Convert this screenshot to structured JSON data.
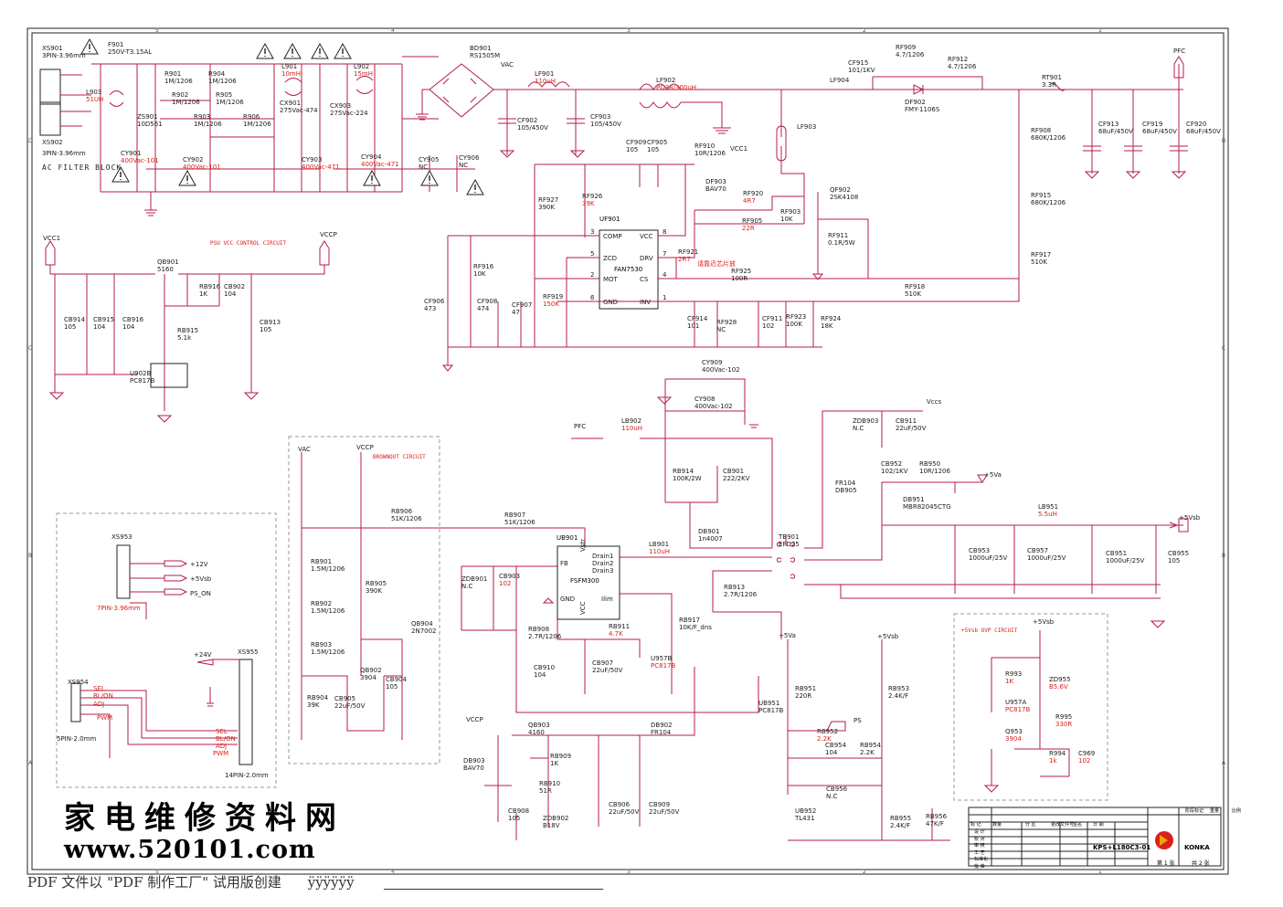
{
  "blocks": {
    "ac_filter": "AC FILTER BLOCK",
    "psu_vcc": "PSU VCC CONTROL CIRCUIT",
    "brownout": "BROWNOUT CIRCUIT",
    "ovp": "+5Vsb OVP CIRCUIT"
  },
  "nets": {
    "vac": "VAC",
    "pfc": "PFC",
    "vcc1": "VCC1",
    "vccp": "VCCP",
    "vccs": "Vccs",
    "p5va": "+5Va",
    "p5vsb": "+5Vsb",
    "ps": "PS",
    "p24v": "+24V",
    "p12v": "+12V",
    "ps_on": "PS_ON",
    "sel": "SEL",
    "bl_on": "BL/ON",
    "adj": "ADJ",
    "pwm": "PWM"
  },
  "note_text": "请靠近芯片放",
  "connectors": {
    "xs901": [
      "XS901",
      "3PIN-3.96mm"
    ],
    "xs902": [
      "XS902",
      "3PIN-3.96mm"
    ],
    "xs953": [
      "XS953",
      "7PIN-3.96mm"
    ],
    "xs954": [
      "XS954",
      "5PIN-2.0mm"
    ],
    "xs955": [
      "XS955",
      "14PIN-2.0mm"
    ]
  },
  "ic": {
    "uf901": {
      "ref": "UF901",
      "part": "FAN7530",
      "left_pins": [
        [
          "3",
          "COMP"
        ],
        [
          "5",
          "ZCD"
        ],
        [
          "2",
          "MOT"
        ],
        [
          "6",
          "GND"
        ]
      ],
      "right_pins": [
        [
          "8",
          "VCC"
        ],
        [
          "7",
          "DRV"
        ],
        [
          "4",
          "CS"
        ],
        [
          "1",
          "INV"
        ]
      ]
    },
    "ub901": {
      "ref": "UB901",
      "part": "FSFM300",
      "pins": [
        "FB",
        "GND",
        "Vstr",
        "Drain1",
        "Drain2",
        "Drain3",
        "Ilim",
        "VCC"
      ]
    }
  },
  "title_block": {
    "model": "KPS+L180C3-01",
    "brand": "KONKA",
    "sheet": "第 1 张",
    "total": "共 2 张",
    "rows": [
      "标 记",
      "数量",
      "分 区",
      "更改文件号",
      "签名",
      "日 期",
      "阶段标记",
      "重量",
      "比例"
    ],
    "side_rows": [
      "设 计",
      "校 对",
      "审 核",
      "工 艺",
      "标准化",
      "批 准"
    ]
  },
  "zones": {
    "top": [
      "5",
      "4",
      "3",
      "2",
      "1"
    ],
    "side": [
      "D",
      "C",
      "B",
      "A"
    ]
  },
  "parts": [
    [
      "F901",
      "250V-T3.15AL",
      false
    ],
    [
      "L903",
      "51UH",
      true
    ],
    [
      "R901",
      "1M/1206",
      false
    ],
    [
      "R902",
      "1M/1206",
      false
    ],
    [
      "R904",
      "1M/1206",
      false
    ],
    [
      "R905",
      "1M/1206",
      false
    ],
    [
      "R903",
      "1M/1206",
      false
    ],
    [
      "R906",
      "1M/1206",
      false
    ],
    [
      "ZS901",
      "10D561",
      false
    ],
    [
      "L901",
      "10mH",
      true
    ],
    [
      "CX901",
      "275Vac-474",
      false
    ],
    [
      "CX903",
      "275Vac-224",
      false
    ],
    [
      "L902",
      "15mH",
      true
    ],
    [
      "BD901",
      "RS1505M",
      false
    ],
    [
      "LF901",
      "110uH",
      true
    ],
    [
      "CF902",
      "105/450V",
      false
    ],
    [
      "CF903",
      "105/450V",
      false
    ],
    [
      "LF902",
      "PQ38/300uH",
      true
    ],
    [
      "CF915",
      "101/1KV",
      false
    ],
    [
      "RF909",
      "4.7/1206",
      false
    ],
    [
      "RF912",
      "4.7/1206",
      false
    ],
    [
      "DF902",
      "FMY-1106S",
      false
    ],
    [
      "LF904",
      "",
      false
    ],
    [
      "RT901",
      "3.3R",
      false
    ],
    [
      "CF913",
      "68uF/450V",
      false
    ],
    [
      "CF919",
      "68uF/450V",
      false
    ],
    [
      "CF920",
      "68uF/450V",
      false
    ],
    [
      "RF908",
      "680K/1206",
      false
    ],
    [
      "RF915",
      "680K/1206",
      false
    ],
    [
      "RF917",
      "510K",
      false
    ],
    [
      "LF903",
      "",
      false
    ],
    [
      "CY901",
      "400Vac-101",
      true
    ],
    [
      "CY902",
      "400Vac-101",
      true
    ],
    [
      "CY903",
      "400Vac-471",
      true
    ],
    [
      "CY904",
      "400Vac-471",
      true
    ],
    [
      "CY905",
      "NC",
      false
    ],
    [
      "CY906",
      "NC",
      false
    ],
    [
      "CF909",
      "105",
      false
    ],
    [
      "CF905",
      "105",
      false
    ],
    [
      "RF910",
      "10R/1206",
      false
    ],
    [
      "DF903",
      "BAV70",
      false
    ],
    [
      "RF920",
      "4R7",
      true
    ],
    [
      "RF905",
      "22R",
      true
    ],
    [
      "RF903",
      "10K",
      false
    ],
    [
      "QF902",
      "2SK4108",
      false
    ],
    [
      "RF911",
      "0.1R/5W",
      false
    ],
    [
      "RF921",
      "2R7",
      true
    ],
    [
      "RF925",
      "100R",
      false
    ],
    [
      "RF918",
      "510K",
      false
    ],
    [
      "RF927",
      "390K",
      false
    ],
    [
      "RF926",
      "39K",
      true
    ],
    [
      "RF916",
      "10K",
      false
    ],
    [
      "CF906",
      "473",
      false
    ],
    [
      "CF908",
      "474",
      false
    ],
    [
      "CF907",
      "47",
      false
    ],
    [
      "RF919",
      "150K",
      true
    ],
    [
      "CF914",
      "101",
      false
    ],
    [
      "RF928",
      "NC",
      false
    ],
    [
      "CF911",
      "102",
      false
    ],
    [
      "RF923",
      "100K",
      false
    ],
    [
      "RF924",
      "18K",
      false
    ],
    [
      "QB901",
      "5160",
      false
    ],
    [
      "RB916",
      "1K",
      false
    ],
    [
      "CB902",
      "104",
      false
    ],
    [
      "RB915",
      "5.1k",
      false
    ],
    [
      "CB913",
      "105",
      false
    ],
    [
      "CB914",
      "105",
      false
    ],
    [
      "CB915",
      "104",
      false
    ],
    [
      "CB916",
      "104",
      false
    ],
    [
      "U902B",
      "PC817B",
      false
    ],
    [
      "CY909",
      "400Vac-102",
      false
    ],
    [
      "CY908",
      "400Vac-102",
      false
    ],
    [
      "LB902",
      "110uH",
      true
    ],
    [
      "RB914",
      "100K/2W",
      false
    ],
    [
      "CB901",
      "222/2KV",
      false
    ],
    [
      "DB901",
      "1n4007",
      false
    ],
    [
      "ZDB903",
      "N.C",
      false
    ],
    [
      "CB911",
      "22uF/50V",
      false
    ],
    [
      "FR104",
      "DB905",
      false
    ],
    [
      "CB952",
      "102/1KV",
      false
    ],
    [
      "RB950",
      "10R/1206",
      false
    ],
    [
      "DB951",
      "MBR82045CTG",
      false
    ],
    [
      "LB951",
      "5.5uH",
      true
    ],
    [
      "CB953",
      "1000uF/25V",
      false
    ],
    [
      "CB957",
      "1000uF/25V",
      false
    ],
    [
      "CB951",
      "1000uF/25V",
      false
    ],
    [
      "CB955",
      "105",
      false
    ],
    [
      "TB901",
      "EFD25",
      false
    ],
    [
      "RB906",
      "51K/1206",
      false
    ],
    [
      "RB907",
      "51K/1206",
      false
    ],
    [
      "RB901",
      "1.5M/1206",
      false
    ],
    [
      "RB902",
      "1.5M/1206",
      false
    ],
    [
      "RB903",
      "1.5M/1206",
      false
    ],
    [
      "RB905",
      "390K",
      false
    ],
    [
      "QB904",
      "2N7002",
      false
    ],
    [
      "QB902",
      "3904",
      false
    ],
    [
      "CB904",
      "105",
      false
    ],
    [
      "RB904",
      "39K",
      false
    ],
    [
      "CB905",
      "22uF/50V",
      false
    ],
    [
      "ZDB901",
      "N.C",
      false
    ],
    [
      "CB903",
      "102",
      true
    ],
    [
      "LB901",
      "110uH",
      true
    ],
    [
      "RB913",
      "2.7R/1206",
      false
    ],
    [
      "RB917",
      "10K/F_dns",
      false
    ],
    [
      "RB908",
      "2.7R/1206",
      false
    ],
    [
      "RB911",
      "4.7K",
      true
    ],
    [
      "CB910",
      "104",
      false
    ],
    [
      "CB907",
      "22uF/50V",
      false
    ],
    [
      "U957B",
      "PC817B",
      true
    ],
    [
      "QB903",
      "4160",
      false
    ],
    [
      "RB909",
      "1K",
      false
    ],
    [
      "RB910",
      "51R",
      false
    ],
    [
      "DB903",
      "BAV70",
      false
    ],
    [
      "DB902",
      "FR104",
      false
    ],
    [
      "CB908",
      "105",
      false
    ],
    [
      "ZDB902",
      "B18V",
      false
    ],
    [
      "CB906",
      "22uF/50V",
      false
    ],
    [
      "CB909",
      "22uF/50V",
      false
    ],
    [
      "RB951",
      "220R",
      false
    ],
    [
      "UB951",
      "PC817B",
      false
    ],
    [
      "RB952",
      "2.2K",
      true
    ],
    [
      "CB954",
      "104",
      false
    ],
    [
      "RB954",
      "2.2K",
      false
    ],
    [
      "CB956",
      "N.C",
      false
    ],
    [
      "RB953",
      "2.4K/F",
      false
    ],
    [
      "UB952",
      "TL431",
      false
    ],
    [
      "RB955",
      "2.4K/F",
      false
    ],
    [
      "RB956",
      "47K/F",
      false
    ],
    [
      "R993",
      "1K",
      true
    ],
    [
      "U957A",
      "PC817B",
      true
    ],
    [
      "ZD955",
      "B5.6V",
      true
    ],
    [
      "R995",
      "330R",
      true
    ],
    [
      "Q953",
      "3904",
      true
    ],
    [
      "R994",
      "1k",
      true
    ],
    [
      "C969",
      "102",
      true
    ]
  ],
  "watermark": {
    "cn": "家电维修资料网",
    "url": "www.520101.com"
  },
  "footer": "PDF 文件以 \"PDF 制作工厂\" 试用版创建",
  "footer_tail": "ÿÿÿÿÿÿ"
}
